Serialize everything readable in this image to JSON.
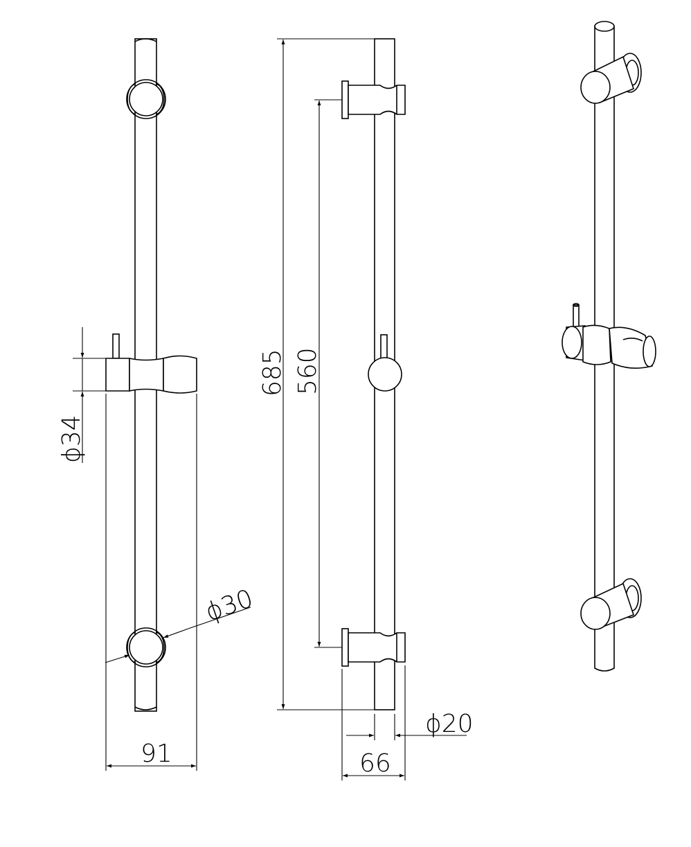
{
  "dimensions": {
    "holder_diameter": "ϕ34",
    "bar_length": "685",
    "bracket_spacing": "560",
    "flange_diameter": "ϕ30",
    "overall_width": "91",
    "tube_diameter": "ϕ20",
    "projection": "66"
  }
}
